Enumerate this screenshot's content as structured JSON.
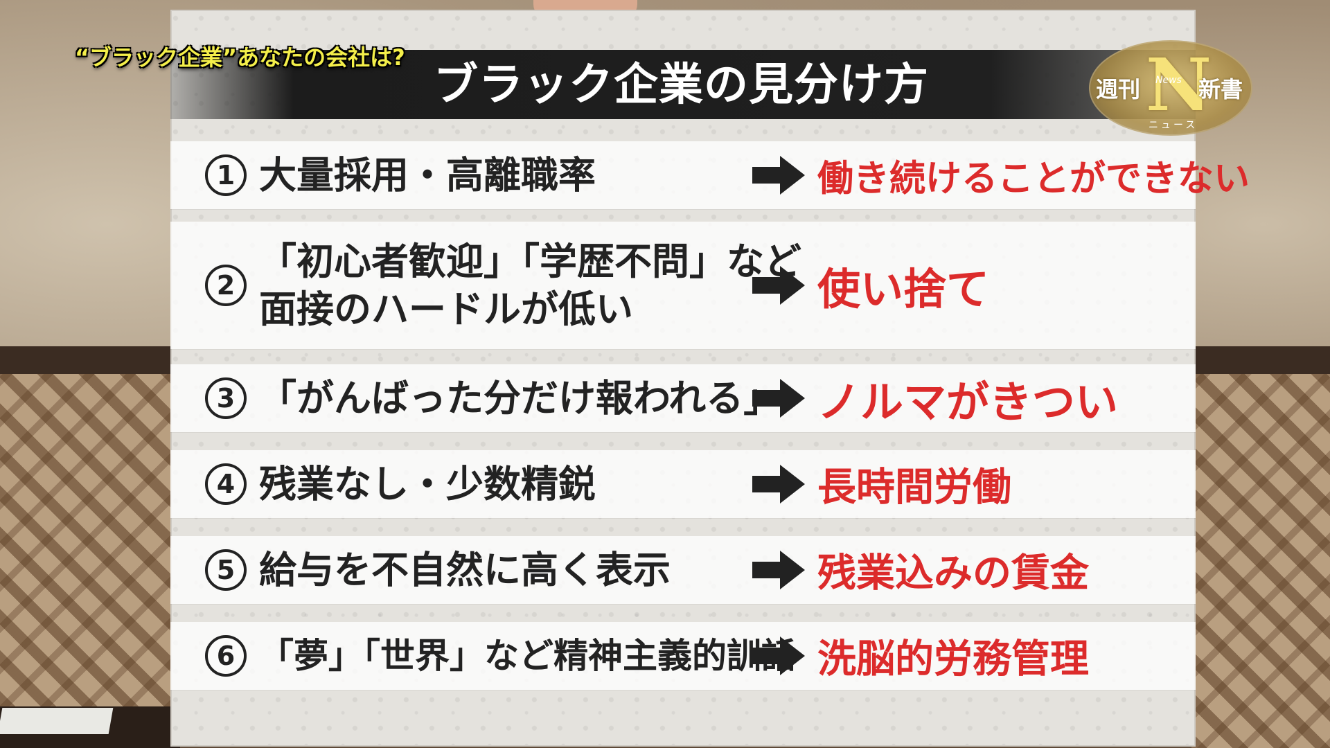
{
  "caption": "“ブラック企業”あなたの会社は?",
  "board": {
    "title": "ブラック企業の見分け方",
    "rows": [
      {
        "num": "1",
        "left": [
          "大量採用・高離職率"
        ],
        "right": "働き続けることができない"
      },
      {
        "num": "2",
        "left": [
          "「初心者歓迎」「学歴不問」など",
          "面接のハードルが低い"
        ],
        "right": "使い捨て"
      },
      {
        "num": "3",
        "left": [
          "「がんばった分だけ報われる」"
        ],
        "right": "ノルマがきつい"
      },
      {
        "num": "4",
        "left": [
          "残業なし・少数精鋭"
        ],
        "right": "長時間労働"
      },
      {
        "num": "5",
        "left": [
          "給与を不自然に高く表示"
        ],
        "right": "残業込みの賃金"
      },
      {
        "num": "6",
        "left": [
          "「夢」「世界」など精神主義的訓話"
        ],
        "right": "洗脳的労務管理"
      }
    ]
  },
  "logo": {
    "left": "週刊",
    "letter": "N",
    "small": "News",
    "right": "新書",
    "kana": "ニュース"
  },
  "colors": {
    "accent_red": "#dc2b2b",
    "caption_yellow": "#f4ef4a",
    "header_black": "#1c1c1c"
  }
}
